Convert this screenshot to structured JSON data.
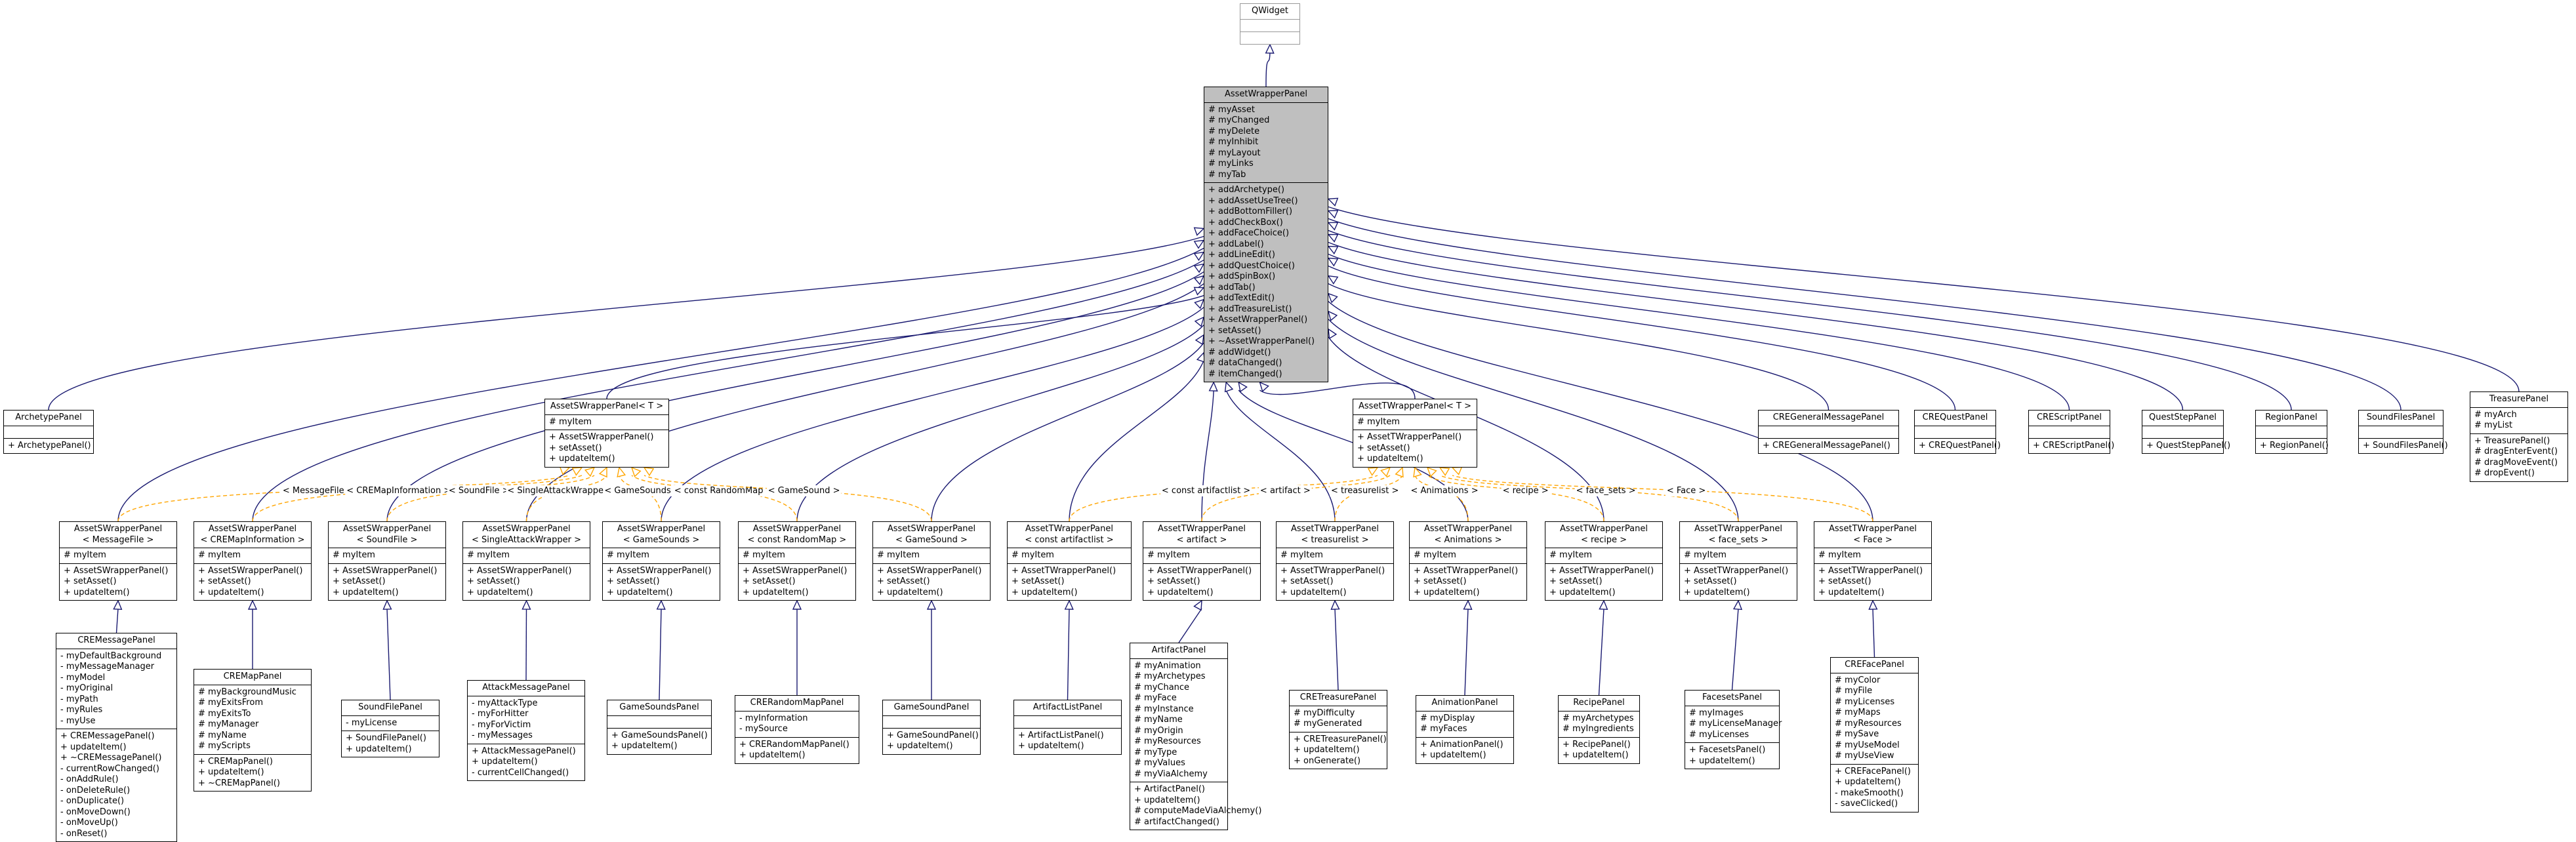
{
  "colors": {
    "inheritance": "#191970",
    "template": "#ffa500",
    "highlight": "#bfbfbf",
    "muted_border": "#999999"
  },
  "classes": [
    {
      "id": "QWidget",
      "title": [
        "QWidget"
      ],
      "attrs": [],
      "methods": [],
      "style": "gray"
    },
    {
      "id": "AssetWrapperPanel",
      "title": [
        "AssetWrapperPanel"
      ],
      "attrs": [
        "# myAsset",
        "# myChanged",
        "# myDelete",
        "# myInhibit",
        "# myLayout",
        "# myLinks",
        "# myTab"
      ],
      "methods": [
        "+ addArchetype()",
        "+ addAssetUseTree()",
        "+ addBottomFiller()",
        "+ addCheckBox()",
        "+ addFaceChoice()",
        "+ addLabel()",
        "+ addLineEdit()",
        "+ addQuestChoice()",
        "+ addSpinBox()",
        "+ addTab()",
        "+ addTextEdit()",
        "+ addTreasureList()",
        "+ AssetWrapperPanel()",
        "+ setAsset()",
        "+ ~AssetWrapperPanel()",
        "# addWidget()",
        "# dataChanged()",
        "# itemChanged()"
      ],
      "style": "highlight"
    },
    {
      "id": "ArchetypePanel",
      "title": [
        "ArchetypePanel"
      ],
      "attrs": [],
      "methods": [
        "+ ArchetypePanel()"
      ]
    },
    {
      "id": "AssetSWrapperPanelT",
      "title": [
        "AssetSWrapperPanel< T >"
      ],
      "attrs": [
        "# myItem"
      ],
      "methods": [
        "+ AssetSWrapperPanel()",
        "+ setAsset()",
        "+ updateItem()"
      ]
    },
    {
      "id": "AssetTWrapperPanelT",
      "title": [
        "AssetTWrapperPanel< T >"
      ],
      "attrs": [
        "# myItem"
      ],
      "methods": [
        "+ AssetTWrapperPanel()",
        "+ setAsset()",
        "+ updateItem()"
      ]
    },
    {
      "id": "CREGeneralMessagePanel",
      "title": [
        "CREGeneralMessagePanel"
      ],
      "attrs": [],
      "methods": [
        "+ CREGeneralMessagePanel()"
      ]
    },
    {
      "id": "CREQuestPanel",
      "title": [
        "CREQuestPanel"
      ],
      "attrs": [],
      "methods": [
        "+ CREQuestPanel()"
      ]
    },
    {
      "id": "CREScriptPanel",
      "title": [
        "CREScriptPanel"
      ],
      "attrs": [],
      "methods": [
        "+ CREScriptPanel()"
      ]
    },
    {
      "id": "QuestStepPanel",
      "title": [
        "QuestStepPanel"
      ],
      "attrs": [],
      "methods": [
        "+ QuestStepPanel()"
      ]
    },
    {
      "id": "RegionPanel",
      "title": [
        "RegionPanel"
      ],
      "attrs": [],
      "methods": [
        "+ RegionPanel()"
      ]
    },
    {
      "id": "SoundFilesPanel",
      "title": [
        "SoundFilesPanel"
      ],
      "attrs": [],
      "methods": [
        "+ SoundFilesPanel()"
      ]
    },
    {
      "id": "TreasurePanel",
      "title": [
        "TreasurePanel"
      ],
      "attrs": [
        "# myArch",
        "# myList"
      ],
      "methods": [
        "+ TreasurePanel()",
        "# dragEnterEvent()",
        "# dragMoveEvent()",
        "# dropEvent()"
      ]
    },
    {
      "id": "S_MessageFile",
      "title": [
        "AssetSWrapperPanel",
        "< MessageFile >"
      ],
      "attrs": [
        "# myItem"
      ],
      "methods": [
        "+ AssetSWrapperPanel()",
        "+ setAsset()",
        "+ updateItem()"
      ]
    },
    {
      "id": "S_CREMapInformation",
      "title": [
        "AssetSWrapperPanel",
        "< CREMapInformation >"
      ],
      "attrs": [
        "# myItem"
      ],
      "methods": [
        "+ AssetSWrapperPanel()",
        "+ setAsset()",
        "+ updateItem()"
      ]
    },
    {
      "id": "S_SoundFile",
      "title": [
        "AssetSWrapperPanel",
        "< SoundFile >"
      ],
      "attrs": [
        "# myItem"
      ],
      "methods": [
        "+ AssetSWrapperPanel()",
        "+ setAsset()",
        "+ updateItem()"
      ]
    },
    {
      "id": "S_SingleAttackWrapper",
      "title": [
        "AssetSWrapperPanel",
        "< SingleAttackWrapper >"
      ],
      "attrs": [
        "# myItem"
      ],
      "methods": [
        "+ AssetSWrapperPanel()",
        "+ setAsset()",
        "+ updateItem()"
      ]
    },
    {
      "id": "S_GameSounds",
      "title": [
        "AssetSWrapperPanel",
        "< GameSounds >"
      ],
      "attrs": [
        "# myItem"
      ],
      "methods": [
        "+ AssetSWrapperPanel()",
        "+ setAsset()",
        "+ updateItem()"
      ]
    },
    {
      "id": "S_RandomMap",
      "title": [
        "AssetSWrapperPanel",
        "< const RandomMap >"
      ],
      "attrs": [
        "# myItem"
      ],
      "methods": [
        "+ AssetSWrapperPanel()",
        "+ setAsset()",
        "+ updateItem()"
      ]
    },
    {
      "id": "S_GameSound",
      "title": [
        "AssetSWrapperPanel",
        "< GameSound >"
      ],
      "attrs": [
        "# myItem"
      ],
      "methods": [
        "+ AssetSWrapperPanel()",
        "+ setAsset()",
        "+ updateItem()"
      ]
    },
    {
      "id": "T_artifactlist",
      "title": [
        "AssetTWrapperPanel",
        "< const artifactlist >"
      ],
      "attrs": [
        "# myItem"
      ],
      "methods": [
        "+ AssetTWrapperPanel()",
        "+ setAsset()",
        "+ updateItem()"
      ]
    },
    {
      "id": "T_artifact",
      "title": [
        "AssetTWrapperPanel",
        "< artifact >"
      ],
      "attrs": [
        "# myItem"
      ],
      "methods": [
        "+ AssetTWrapperPanel()",
        "+ setAsset()",
        "+ updateItem()"
      ]
    },
    {
      "id": "T_treasurelist",
      "title": [
        "AssetTWrapperPanel",
        "< treasurelist >"
      ],
      "attrs": [
        "# myItem"
      ],
      "methods": [
        "+ AssetTWrapperPanel()",
        "+ setAsset()",
        "+ updateItem()"
      ]
    },
    {
      "id": "T_Animations",
      "title": [
        "AssetTWrapperPanel",
        "< Animations >"
      ],
      "attrs": [
        "# myItem"
      ],
      "methods": [
        "+ AssetTWrapperPanel()",
        "+ setAsset()",
        "+ updateItem()"
      ]
    },
    {
      "id": "T_recipe",
      "title": [
        "AssetTWrapperPanel",
        "< recipe >"
      ],
      "attrs": [
        "# myItem"
      ],
      "methods": [
        "+ AssetTWrapperPanel()",
        "+ setAsset()",
        "+ updateItem()"
      ]
    },
    {
      "id": "T_face_sets",
      "title": [
        "AssetTWrapperPanel",
        "< face_sets >"
      ],
      "attrs": [
        "# myItem"
      ],
      "methods": [
        "+ AssetTWrapperPanel()",
        "+ setAsset()",
        "+ updateItem()"
      ]
    },
    {
      "id": "T_Face",
      "title": [
        "AssetTWrapperPanel",
        "< Face >"
      ],
      "attrs": [
        "# myItem"
      ],
      "methods": [
        "+ AssetTWrapperPanel()",
        "+ setAsset()",
        "+ updateItem()"
      ]
    },
    {
      "id": "CREMessagePanel",
      "title": [
        "CREMessagePanel"
      ],
      "attrs": [
        "- myDefaultBackground",
        "- myMessageManager",
        "- myModel",
        "- myOriginal",
        "- myPath",
        "- myRules",
        "- myUse"
      ],
      "methods": [
        "+ CREMessagePanel()",
        "+ updateItem()",
        "+ ~CREMessagePanel()",
        "- currentRowChanged()",
        "- onAddRule()",
        "- onDeleteRule()",
        "- onDuplicate()",
        "- onMoveDown()",
        "- onMoveUp()",
        "- onReset()"
      ]
    },
    {
      "id": "CREMapPanel",
      "title": [
        "CREMapPanel"
      ],
      "attrs": [
        "# myBackgroundMusic",
        "# myExitsFrom",
        "# myExitsTo",
        "# myManager",
        "# myName",
        "# myScripts"
      ],
      "methods": [
        "+ CREMapPanel()",
        "+ updateItem()",
        "+ ~CREMapPanel()"
      ]
    },
    {
      "id": "SoundFilePanel",
      "title": [
        "SoundFilePanel"
      ],
      "attrs": [
        "- myLicense"
      ],
      "methods": [
        "+ SoundFilePanel()",
        "+ updateItem()"
      ]
    },
    {
      "id": "AttackMessagePanel",
      "title": [
        "AttackMessagePanel"
      ],
      "attrs": [
        "- myAttackType",
        "- myForHitter",
        "- myForVictim",
        "- myMessages"
      ],
      "methods": [
        "+ AttackMessagePanel()",
        "+ updateItem()",
        "- currentCellChanged()"
      ]
    },
    {
      "id": "GameSoundsPanel",
      "title": [
        "GameSoundsPanel"
      ],
      "attrs": [],
      "methods": [
        "+ GameSoundsPanel()",
        "+ updateItem()"
      ]
    },
    {
      "id": "CRERandomMapPanel",
      "title": [
        "CRERandomMapPanel"
      ],
      "attrs": [
        "- myInformation",
        "- mySource"
      ],
      "methods": [
        "+ CRERandomMapPanel()",
        "+ updateItem()"
      ]
    },
    {
      "id": "GameSoundPanel",
      "title": [
        "GameSoundPanel"
      ],
      "attrs": [],
      "methods": [
        "+ GameSoundPanel()",
        "+ updateItem()"
      ]
    },
    {
      "id": "ArtifactListPanel",
      "title": [
        "ArtifactListPanel"
      ],
      "attrs": [],
      "methods": [
        "+ ArtifactListPanel()",
        "+ updateItem()"
      ]
    },
    {
      "id": "ArtifactPanel",
      "title": [
        "ArtifactPanel"
      ],
      "attrs": [
        "# myAnimation",
        "# myArchetypes",
        "# myChance",
        "# myFace",
        "# myInstance",
        "# myName",
        "# myOrigin",
        "# myResources",
        "# myType",
        "# myValues",
        "# myViaAlchemy"
      ],
      "methods": [
        "+ ArtifactPanel()",
        "+ updateItem()",
        "# computeMadeViaAlchemy()",
        "# artifactChanged()"
      ]
    },
    {
      "id": "CRETreasurePanel",
      "title": [
        "CRETreasurePanel"
      ],
      "attrs": [
        "# myDifficulty",
        "# myGenerated"
      ],
      "methods": [
        "+ CRETreasurePanel()",
        "+ updateItem()",
        "+ onGenerate()"
      ]
    },
    {
      "id": "AnimationPanel",
      "title": [
        "AnimationPanel"
      ],
      "attrs": [
        "# myDisplay",
        "# myFaces"
      ],
      "methods": [
        "+ AnimationPanel()",
        "+ updateItem()"
      ]
    },
    {
      "id": "RecipePanel",
      "title": [
        "RecipePanel"
      ],
      "attrs": [
        "# myArchetypes",
        "# myIngredients"
      ],
      "methods": [
        "+ RecipePanel()",
        "+ updateItem()"
      ]
    },
    {
      "id": "FacesetsPanel",
      "title": [
        "FacesetsPanel"
      ],
      "attrs": [
        "# myImages",
        "# myLicenseManager",
        "# myLicenses"
      ],
      "methods": [
        "+ FacesetsPanel()",
        "+ updateItem()"
      ]
    },
    {
      "id": "CREFacePanel",
      "title": [
        "CREFacePanel"
      ],
      "attrs": [
        "# myColor",
        "# myFile",
        "# myLicenses",
        "# myMaps",
        "# myResources",
        "# mySave",
        "# myUseModel",
        "# myUseView"
      ],
      "methods": [
        "+ CREFacePanel()",
        "+ updateItem()",
        "- makeSmooth()",
        "- saveClicked()"
      ]
    }
  ],
  "edge_labels": [
    "< MessageFile >",
    "< CREMapInformation >",
    "< SoundFile >",
    "< SingleAttackWrapper >",
    "< GameSounds >",
    "< const RandomMap >",
    "< GameSound >",
    "< const artifactlist >",
    "< artifact >",
    "< treasurelist >",
    "< Animations >",
    "< recipe >",
    "< face_sets >",
    "< Face >"
  ]
}
